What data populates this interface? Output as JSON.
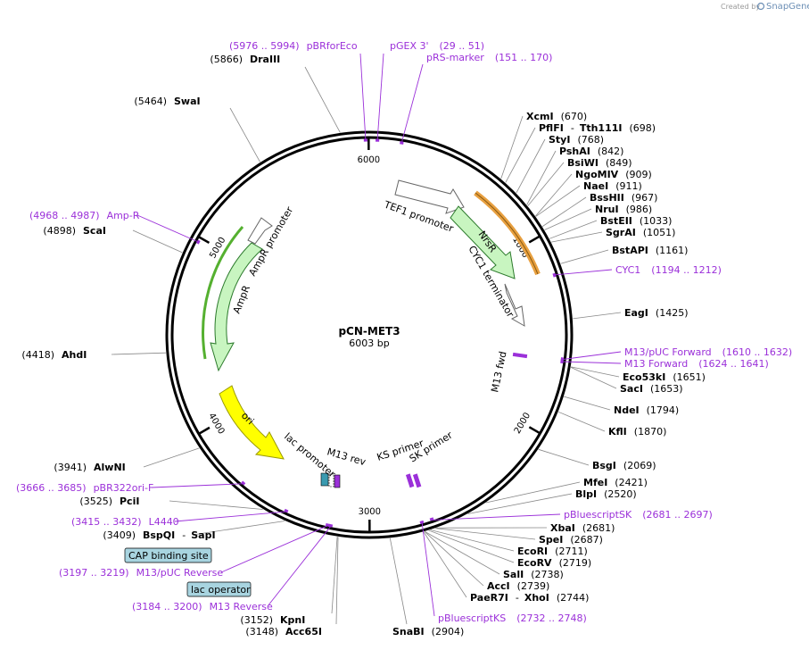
{
  "credit": {
    "prefix": "Created by",
    "brand": "SnapGene"
  },
  "plasmid": {
    "name": "pCN-MET3",
    "size": "6003 bp",
    "length": 6003
  },
  "ticks": [
    {
      "pos": 1000,
      "label": "1000"
    },
    {
      "pos": 2000,
      "label": "2000"
    },
    {
      "pos": 3000,
      "label": "3000"
    },
    {
      "pos": 4000,
      "label": "4000"
    },
    {
      "pos": 5000,
      "label": "5000"
    },
    {
      "pos": 6000,
      "label": "6000"
    }
  ],
  "sites": [
    {
      "name": "XcmI",
      "pos": "(670)",
      "bp": 670,
      "side": "right"
    },
    {
      "name": "PflFI",
      "name2": "Tth111I",
      "pos": "(698)",
      "bp": 698,
      "side": "right"
    },
    {
      "name": "StyI",
      "pos": "(768)",
      "bp": 768,
      "side": "right"
    },
    {
      "name": "PshAI",
      "pos": "(842)",
      "bp": 842,
      "side": "right"
    },
    {
      "name": "BsiWI",
      "pos": "(849)",
      "bp": 849,
      "side": "right"
    },
    {
      "name": "NgoMIV",
      "pos": "(909)",
      "bp": 909,
      "side": "right"
    },
    {
      "name": "NaeI",
      "pos": "(911)",
      "bp": 911,
      "side": "right"
    },
    {
      "name": "BssHII",
      "pos": "(967)",
      "bp": 967,
      "side": "right"
    },
    {
      "name": "NruI",
      "pos": "(986)",
      "bp": 986,
      "side": "right"
    },
    {
      "name": "BstEII",
      "pos": "(1033)",
      "bp": 1033,
      "side": "right"
    },
    {
      "name": "SgrAI",
      "pos": "(1051)",
      "bp": 1051,
      "side": "right"
    },
    {
      "name": "BstAPI",
      "pos": "(1161)",
      "bp": 1161,
      "side": "right"
    },
    {
      "name": "EagI",
      "pos": "(1425)",
      "bp": 1425,
      "side": "right"
    },
    {
      "name": "Eco53kI",
      "pos": "(1651)",
      "bp": 1651,
      "side": "right"
    },
    {
      "name": "SacI",
      "pos": "(1653)",
      "bp": 1653,
      "side": "right"
    },
    {
      "name": "NdeI",
      "pos": "(1794)",
      "bp": 1794,
      "side": "right"
    },
    {
      "name": "KflI",
      "pos": "(1870)",
      "bp": 1870,
      "side": "right"
    },
    {
      "name": "BsgI",
      "pos": "(2069)",
      "bp": 2069,
      "side": "right"
    },
    {
      "name": "MfeI",
      "pos": "(2421)",
      "bp": 2421,
      "side": "right"
    },
    {
      "name": "BlpI",
      "pos": "(2520)",
      "bp": 2520,
      "side": "right"
    },
    {
      "name": "XbaI",
      "pos": "(2681)",
      "bp": 2681,
      "side": "right"
    },
    {
      "name": "SpeI",
      "pos": "(2687)",
      "bp": 2687,
      "side": "right"
    },
    {
      "name": "EcoRI",
      "pos": "(2711)",
      "bp": 2711,
      "side": "right"
    },
    {
      "name": "EcoRV",
      "pos": "(2719)",
      "bp": 2719,
      "side": "right"
    },
    {
      "name": "SalI",
      "pos": "(2738)",
      "bp": 2738,
      "side": "right"
    },
    {
      "name": "AccI",
      "pos": "(2739)",
      "bp": 2739,
      "side": "right"
    },
    {
      "name": "PaeR7I",
      "name2": "XhoI",
      "pos": "(2744)",
      "bp": 2744,
      "side": "right"
    },
    {
      "name": "SnaBI",
      "pos": "(2904)",
      "bp": 2904,
      "side": "right"
    },
    {
      "name": "Acc65I",
      "pos": "(3148)",
      "bp": 3148,
      "side": "left"
    },
    {
      "name": "KpnI",
      "pos": "(3152)",
      "bp": 3152,
      "side": "left"
    },
    {
      "name": "BspQI",
      "name2": "SapI",
      "pos": "(3409)",
      "bp": 3409,
      "side": "left"
    },
    {
      "name": "PciI",
      "pos": "(3525)",
      "bp": 3525,
      "side": "left"
    },
    {
      "name": "AlwNI",
      "pos": "(3941)",
      "bp": 3941,
      "side": "left"
    },
    {
      "name": "AhdI",
      "pos": "(4418)",
      "bp": 4418,
      "side": "left"
    },
    {
      "name": "ScaI",
      "pos": "(4898)",
      "bp": 4898,
      "side": "left"
    },
    {
      "name": "SwaI",
      "pos": "(5464)",
      "bp": 5464,
      "side": "left"
    },
    {
      "name": "DraIII",
      "pos": "(5866)",
      "bp": 5866,
      "side": "left"
    }
  ],
  "primers": [
    {
      "name": "pBRforEco",
      "range": "(5976 .. 5994)"
    },
    {
      "name": "pGEX 3'",
      "range": "(29 .. 51)"
    },
    {
      "name": "pRS-marker",
      "range": "(151 .. 170)"
    },
    {
      "name": "CYC1",
      "range": "(1194 .. 1212)"
    },
    {
      "name": "M13/pUC Forward",
      "range": "(1610 .. 1632)"
    },
    {
      "name": "M13 Forward",
      "range": "(1624 .. 1641)"
    },
    {
      "name": "pBluescriptSK",
      "range": "(2681 .. 2697)"
    },
    {
      "name": "pBluescriptKS",
      "range": "(2732 .. 2748)"
    },
    {
      "name": "M13 Reverse",
      "range": "(3184 .. 3200)"
    },
    {
      "name": "M13/pUC Reverse",
      "range": "(3197 .. 3219)"
    },
    {
      "name": "L4440",
      "range": "(3415 .. 3432)"
    },
    {
      "name": "pBR322ori-F",
      "range": "(3666 .. 3685)"
    },
    {
      "name": "Amp-R",
      "range": "(4968 .. 4987)"
    }
  ],
  "boxed": [
    {
      "name": "CAP binding site"
    },
    {
      "name": "lac operator"
    }
  ],
  "features": [
    {
      "name": "TEF1 promoter"
    },
    {
      "name": "NrsR"
    },
    {
      "name": "CYC1 terminator"
    },
    {
      "name": "M13 fwd"
    },
    {
      "name": "AmpR promoter"
    },
    {
      "name": "AmpR"
    },
    {
      "name": "ori"
    },
    {
      "name": "lac promoter"
    },
    {
      "name": "M13 rev"
    },
    {
      "name": "KS primer"
    },
    {
      "name": "SK primer"
    }
  ],
  "colors": {
    "primer": "#9b30d9",
    "ampr": "#c8f5c0",
    "nrsr": "#c8f5c0",
    "ori": "#ffff00",
    "cyc1": "#e8a040",
    "backbone": "#000000"
  }
}
